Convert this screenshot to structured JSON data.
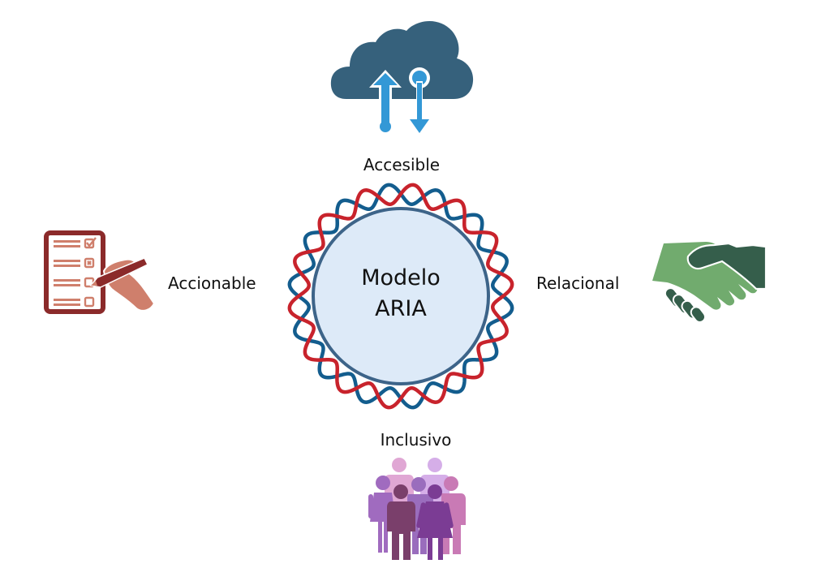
{
  "diagram": {
    "title_line_1": "Modelo",
    "title_line_2": "ARIA",
    "pillars": [
      {
        "position": "top",
        "label": "Accesible",
        "icon": "cloud-sync-icon"
      },
      {
        "position": "left",
        "label": "Accionable",
        "icon": "checklist-writing-icon"
      },
      {
        "position": "right",
        "label": "Relacional",
        "icon": "handshake-icon"
      },
      {
        "position": "bottom",
        "label": "Inclusivo",
        "icon": "diverse-people-group-icon"
      }
    ]
  },
  "colors": {
    "center_fill": "#ddeaf8",
    "center_stroke": "#3d6489",
    "helix_red": "#c8232c",
    "helix_blue": "#135d8e",
    "cloud": "#36617c",
    "cloud_arrows": "#3398d6",
    "clipboard": "#8b2a2a",
    "clipboard_light": "#cf7f6c",
    "handshake_light": "#71ab6e",
    "handshake_dark": "#355e4b",
    "people": [
      "#e0a7d4",
      "#d5aee8",
      "#a06bbf",
      "#9a6dbd",
      "#c97ab5",
      "#7a3f6b",
      "#7b3c94"
    ]
  }
}
